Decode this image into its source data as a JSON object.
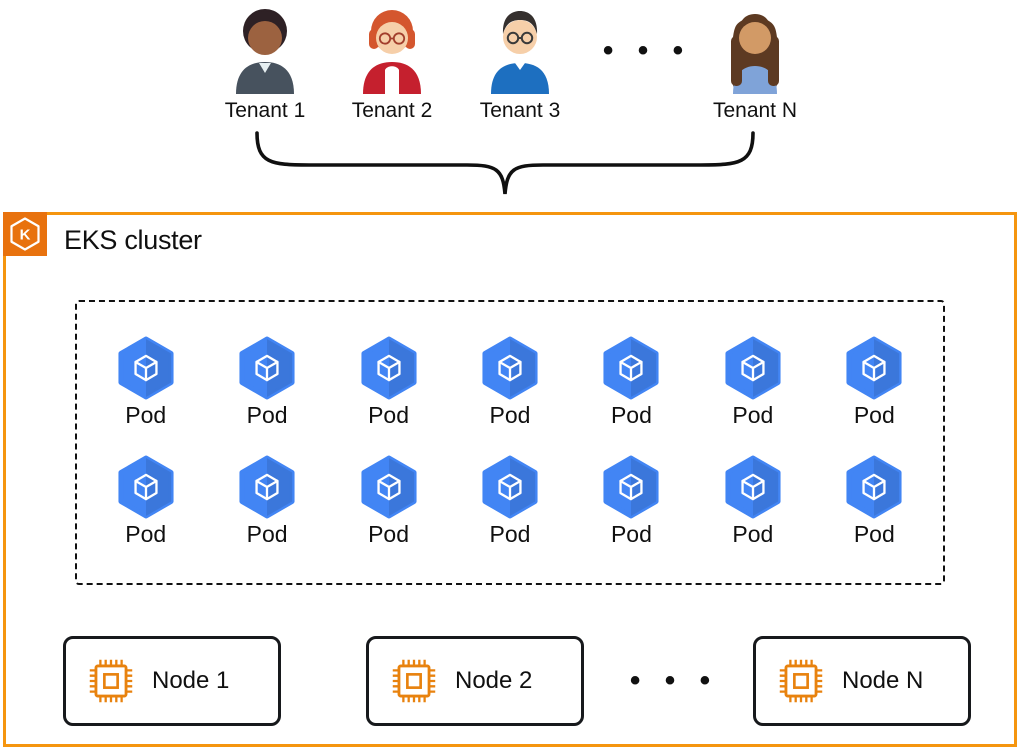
{
  "colors": {
    "cluster-border": "#f5950f",
    "eks-badge": "#e8720e",
    "pod-blue": "#4285f4",
    "chip-orange": "#e8820e"
  },
  "tenants": {
    "items": [
      {
        "label": "Tenant 1",
        "hair": "#2e2125",
        "skin": "#9c6240",
        "shirt": "#47525e"
      },
      {
        "label": "Tenant 2",
        "hair": "#d4562e",
        "skin": "#f6cfa9",
        "shirt": "#c5202e"
      },
      {
        "label": "Tenant 3",
        "hair": "#35302e",
        "skin": "#f6cfa9",
        "shirt": "#1d6fc0"
      },
      {
        "label": "Tenant N",
        "hair": "#5d3a22",
        "skin": "#d29a66",
        "shirt": "#7fa3d8"
      }
    ],
    "ellipsis": "• • •"
  },
  "cluster": {
    "title": "EKS cluster",
    "badge_letter": "K"
  },
  "pods": {
    "label": "Pod",
    "rows": 2,
    "columns": 7
  },
  "nodes": {
    "items": [
      {
        "label": "Node 1"
      },
      {
        "label": "Node 2"
      },
      {
        "label": "Node N"
      }
    ],
    "ellipsis": "• • •"
  }
}
